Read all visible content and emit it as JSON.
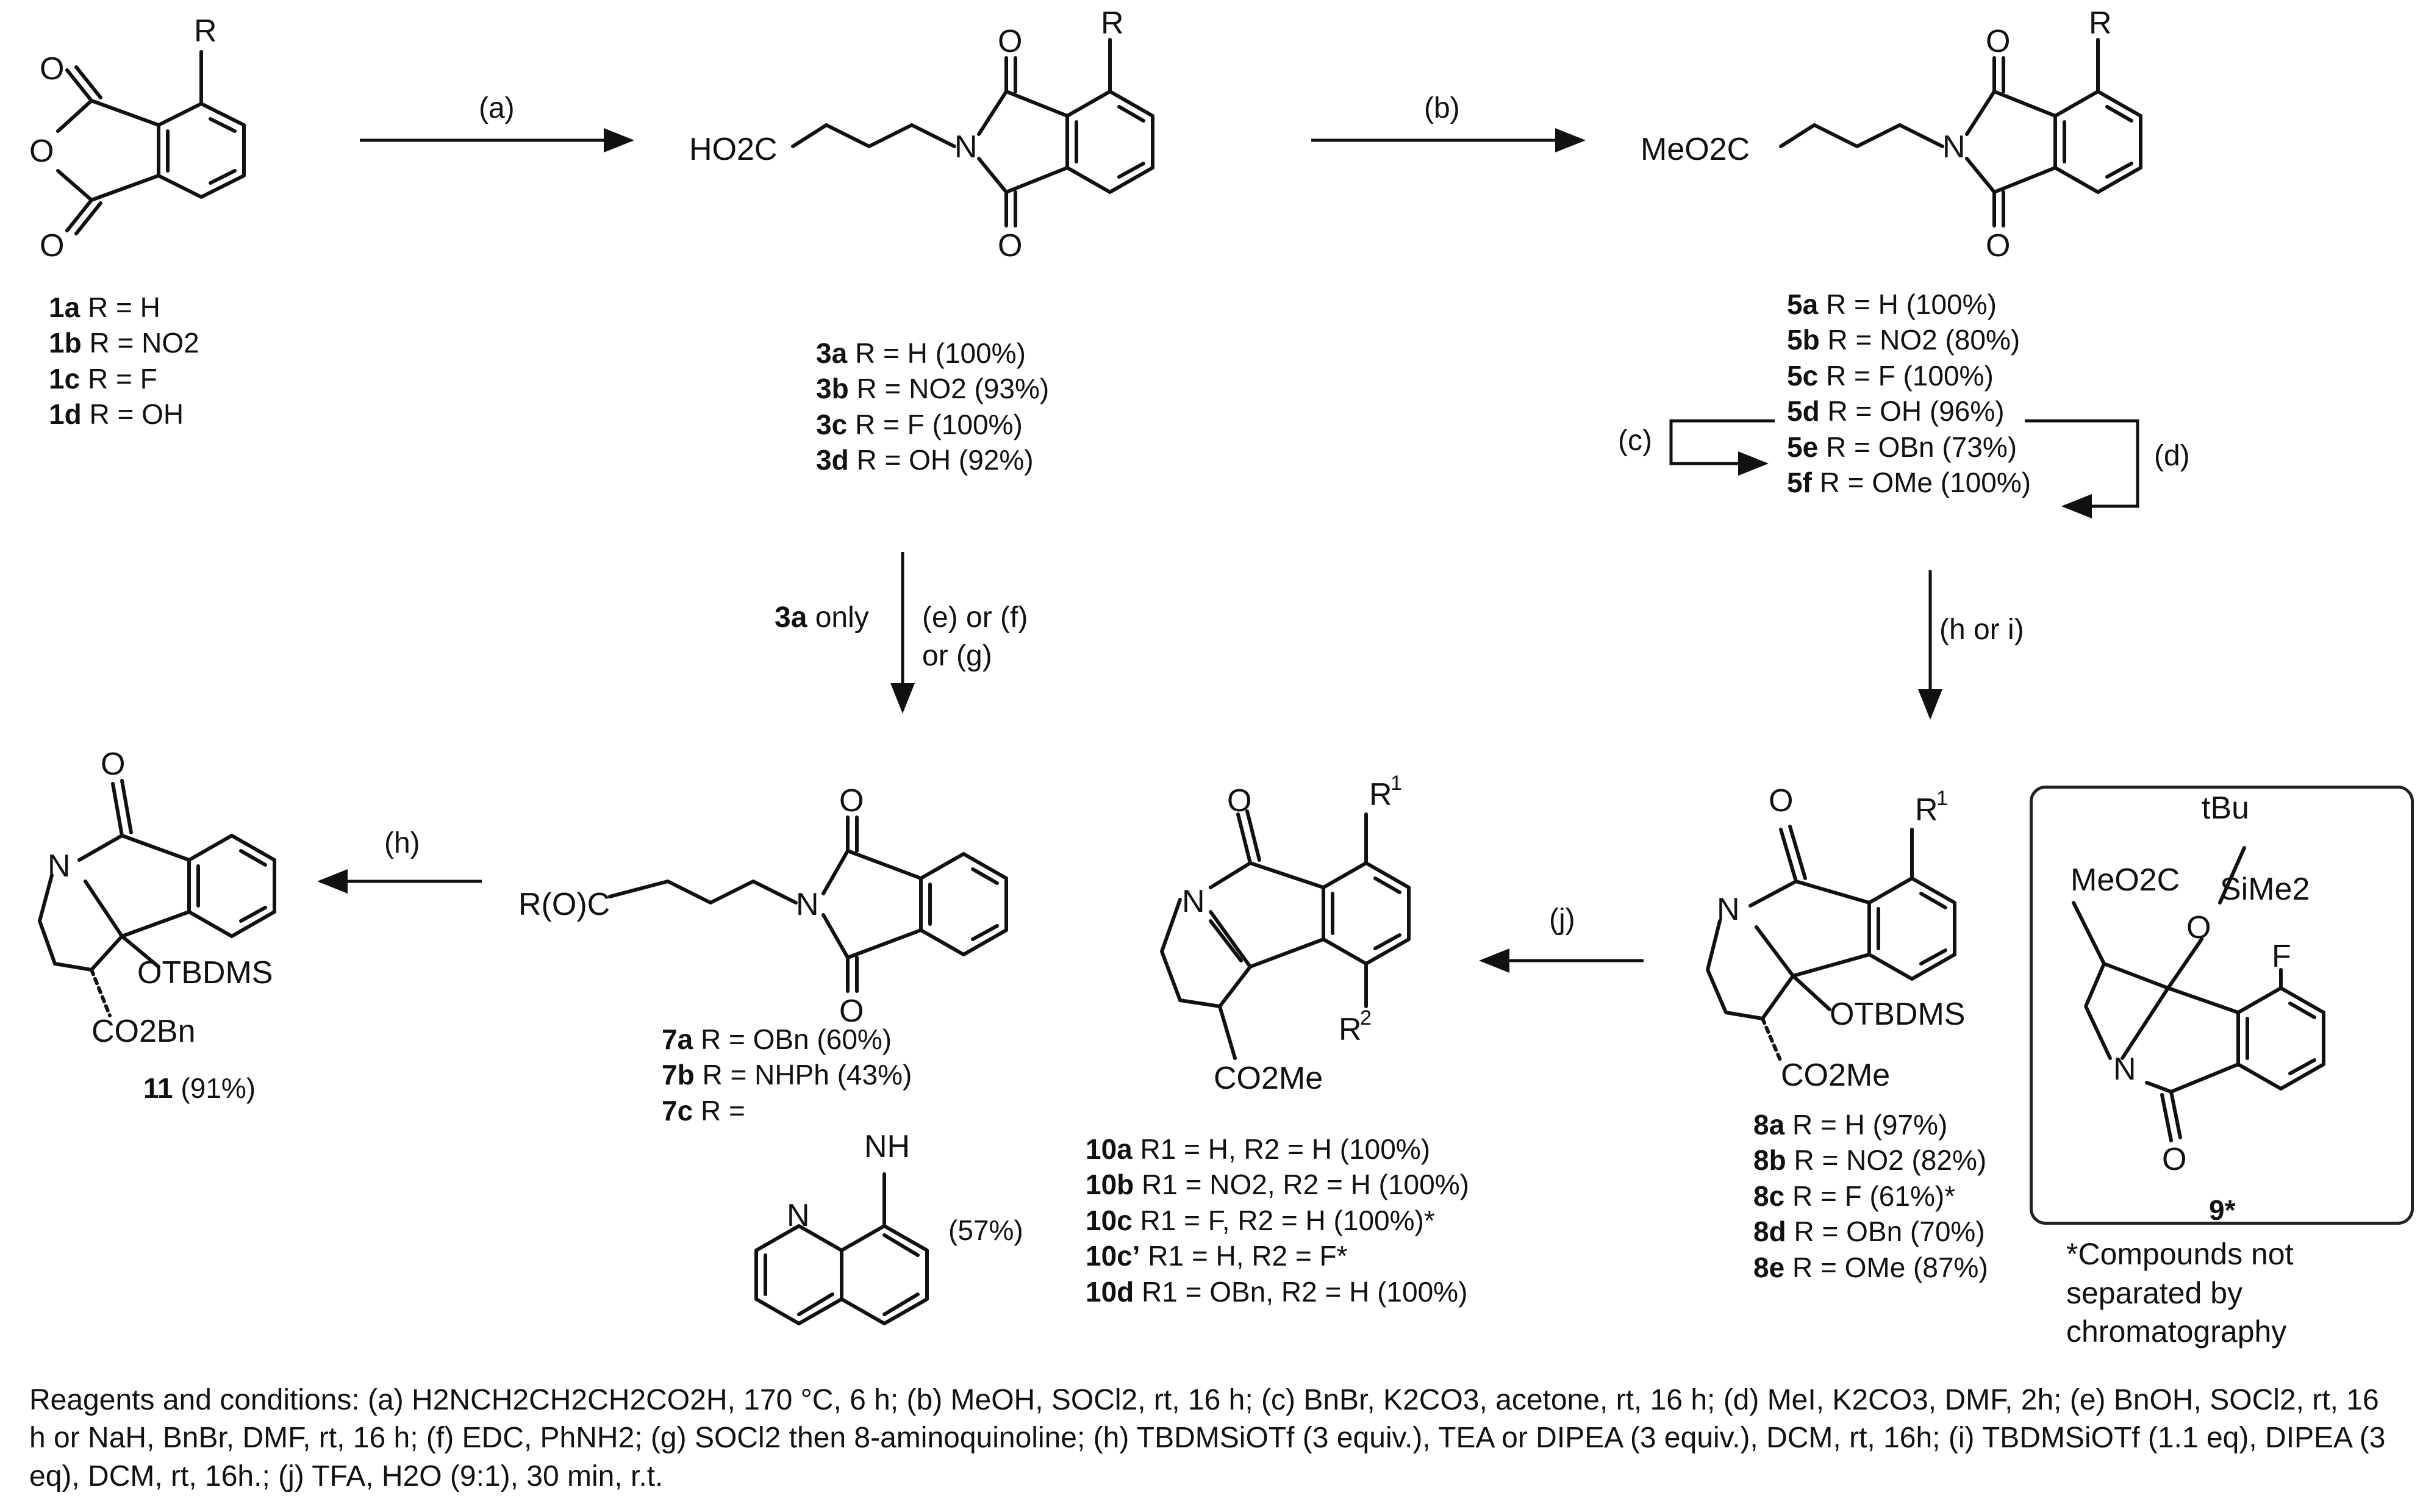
{
  "compound_labels": {
    "c1": [
      {
        "id": "1a",
        "text": " R = H"
      },
      {
        "id": "1b",
        "text": " R = NO2"
      },
      {
        "id": "1c",
        "text": " R = F"
      },
      {
        "id": "1d",
        "text": " R = OH"
      }
    ],
    "c3": [
      {
        "id": "3a",
        "text": " R = H (100%)"
      },
      {
        "id": "3b",
        "text": " R = NO2 (93%)"
      },
      {
        "id": "3c",
        "text": " R = F (100%)"
      },
      {
        "id": "3d",
        "text": " R = OH (92%)"
      }
    ],
    "c5": [
      {
        "id": "5a",
        "text": " R = H (100%)"
      },
      {
        "id": "5b",
        "text": " R = NO2 (80%)"
      },
      {
        "id": "5c",
        "text": " R = F (100%)"
      },
      {
        "id": "5d",
        "text": " R = OH (96%)"
      },
      {
        "id": "5e",
        "text": " R = OBn (73%)"
      },
      {
        "id": "5f",
        "text": "  R = OMe (100%)"
      }
    ],
    "c7": [
      {
        "id": "7a",
        "text": " R = OBn (60%)"
      },
      {
        "id": "7b",
        "text": " R = NHPh (43%)"
      },
      {
        "id": "7c",
        "text": " R ="
      }
    ],
    "c7c_yield": "(57%)",
    "c8": [
      {
        "id": "8a",
        "text": " R = H (97%)"
      },
      {
        "id": "8b",
        "text": " R = NO2 (82%)"
      },
      {
        "id": "8c",
        "text": " R = F (61%)*"
      },
      {
        "id": "8d",
        "text": " R = OBn (70%)"
      },
      {
        "id": "8e",
        "text": " R = OMe (87%)"
      }
    ],
    "c10": [
      {
        "id": "10a",
        "text": " R1 = H, R2 = H (100%)"
      },
      {
        "id": "10b",
        "text": " R1 = NO2, R2 = H (100%)"
      },
      {
        "id": "10c",
        "text": " R1 = F, R2 = H (100%)*"
      },
      {
        "id": "10c’",
        "text": " R1 = H, R2 = F*"
      },
      {
        "id": "10d",
        "text": " R1 = OBn, R2 = H (100%)"
      }
    ],
    "c11": {
      "id": "11",
      "text": " (91%)"
    },
    "c9": "9*"
  },
  "arrow_labels": {
    "a": "(a)",
    "b": "(b)",
    "c": "(c)",
    "d": "(d)",
    "efg_prefix": "3a",
    "efg_only": " only",
    "efg_line1": "(e) or (f)",
    "efg_line2": "or (g)",
    "hi": "(h or i)",
    "j": "(j)",
    "h": "(h)"
  },
  "fragments": {
    "ho2c": "HO2C",
    "meo2c": "MeO2C",
    "r_o_c": "R(O)C",
    "otbdms": "OTBDMS",
    "co2me": "CO2Me",
    "co2bn": "CO2Bn",
    "tbu": "tBu",
    "sime2": "SiMe2",
    "nh": "NH",
    "O": "O",
    "N": "N",
    "F": "F",
    "R": "R",
    "R1": "R",
    "R2": "R",
    "sup1": "1",
    "sup2": "2"
  },
  "star_note": [
    "*Compounds not",
    "separated by",
    "chromatography"
  ],
  "footnote": "Reagents and conditions: (a) H2NCH2CH2CH2CO2H, 170 °C, 6 h; (b) MeOH, SOCl2, rt, 16 h; (c) BnBr, K2CO3, acetone, rt, 16 h; (d) MeI, K2CO3, DMF, 2h; (e) BnOH, SOCl2, rt, 16 h or NaH, BnBr, DMF, rt, 16 h; (f) EDC, PhNH2; (g) SOCl2 then 8-aminoquinoline; (h) TBDMSiOTf (3 equiv.), TEA or DIPEA (3 equiv.), DCM, rt, 16h; (i) TBDMSiOTf (1.1 eq), DIPEA (3 eq), DCM, rt, 16h.; (j) TFA, H2O (9:1), 30 min, r.t."
}
